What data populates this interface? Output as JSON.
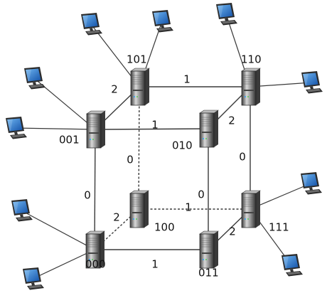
{
  "diagram": {
    "nodes": [
      {
        "id": "n000",
        "label": "000"
      },
      {
        "id": "n001",
        "label": "001"
      },
      {
        "id": "n010",
        "label": "010"
      },
      {
        "id": "n011",
        "label": "011"
      },
      {
        "id": "n100",
        "label": "100"
      },
      {
        "id": "n101",
        "label": "101"
      },
      {
        "id": "n110",
        "label": "110"
      },
      {
        "id": "n111",
        "label": "111"
      }
    ],
    "links": [
      {
        "id": "l-101-110",
        "from": "n101",
        "to": "n110",
        "weight": "1",
        "style": "solid"
      },
      {
        "id": "l-001-010",
        "from": "n001",
        "to": "n010",
        "weight": "1",
        "style": "solid"
      },
      {
        "id": "l-101-001",
        "from": "n101",
        "to": "n001",
        "weight": "2",
        "style": "solid"
      },
      {
        "id": "l-110-010",
        "from": "n110",
        "to": "n010",
        "weight": "2",
        "style": "solid"
      },
      {
        "id": "l-101-100",
        "from": "n101",
        "to": "n100",
        "weight": "0",
        "style": "dashed"
      },
      {
        "id": "l-110-111",
        "from": "n110",
        "to": "n111",
        "weight": "0",
        "style": "solid"
      },
      {
        "id": "l-001-000",
        "from": "n001",
        "to": "n000",
        "weight": "0",
        "style": "solid"
      },
      {
        "id": "l-010-011",
        "from": "n010",
        "to": "n011",
        "weight": "0",
        "style": "solid"
      },
      {
        "id": "l-100-111",
        "from": "n100",
        "to": "n111",
        "weight": "1",
        "style": "dashed"
      },
      {
        "id": "l-000-100",
        "from": "n000",
        "to": "n100",
        "weight": "2",
        "style": "dashed"
      },
      {
        "id": "l-011-111",
        "from": "n011",
        "to": "n111",
        "weight": "2",
        "style": "solid"
      },
      {
        "id": "l-000-011",
        "from": "n000",
        "to": "n011",
        "weight": "1",
        "style": "solid"
      }
    ],
    "colors": {
      "line": "#3a3a3a",
      "server_dark": "#2e2e2e",
      "server_mid": "#8a8a8a",
      "server_light": "#d4d4d4",
      "screen": "#1f6fc6",
      "screen_light": "#5aa6ee",
      "monitor_frame": "#2c2c2c"
    }
  }
}
